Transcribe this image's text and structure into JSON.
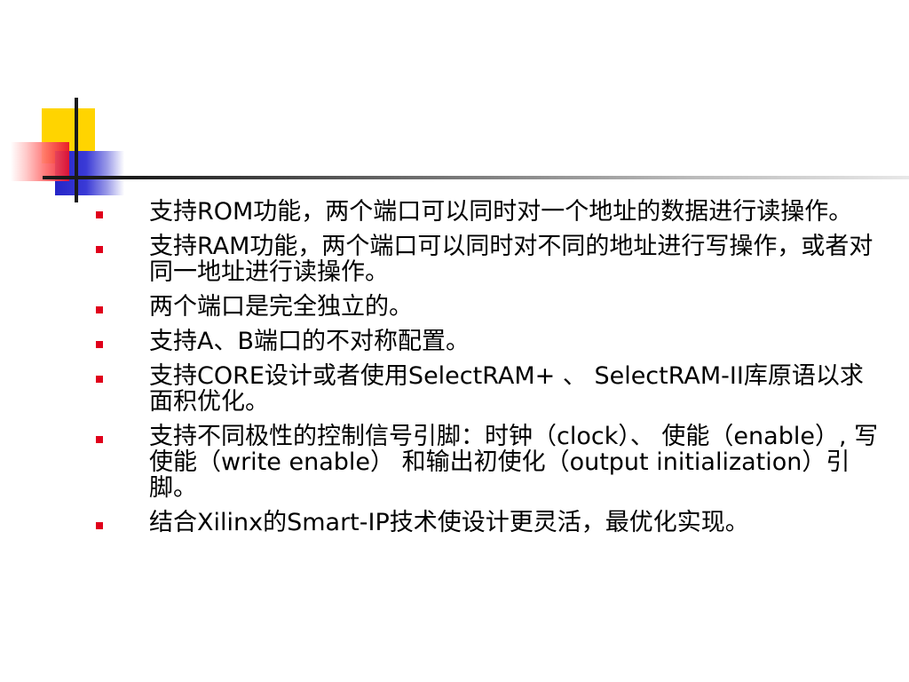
{
  "colors": {
    "bullet": "#e0001b",
    "text": "#000000",
    "logo_yellow": "#ffd400",
    "logo_blue": "#2525c8",
    "logo_red": "#e8102a",
    "rule": "#1a1a1a"
  },
  "bullets": [
    "支持ROM功能，两个端口可以同时对一个地址的数据进行读操作。",
    "支持RAM功能，两个端口可以同时对不同的地址进行写操作，或者对同一地址进行读操作。",
    "两个端口是完全独立的。",
    "支持A、B端口的不对称配置。",
    "支持CORE设计或者使用SelectRAM+ 、 SelectRAM-II库原语以求面积优化。",
    "支持不同极性的控制信号引脚：时钟（clock）、 使能（enable）, 写使能（write enable） 和输出初使化（output initialization）引脚。",
    "结合Xilinx的Smart-IP技术使设计更灵活，最优化实现。"
  ]
}
